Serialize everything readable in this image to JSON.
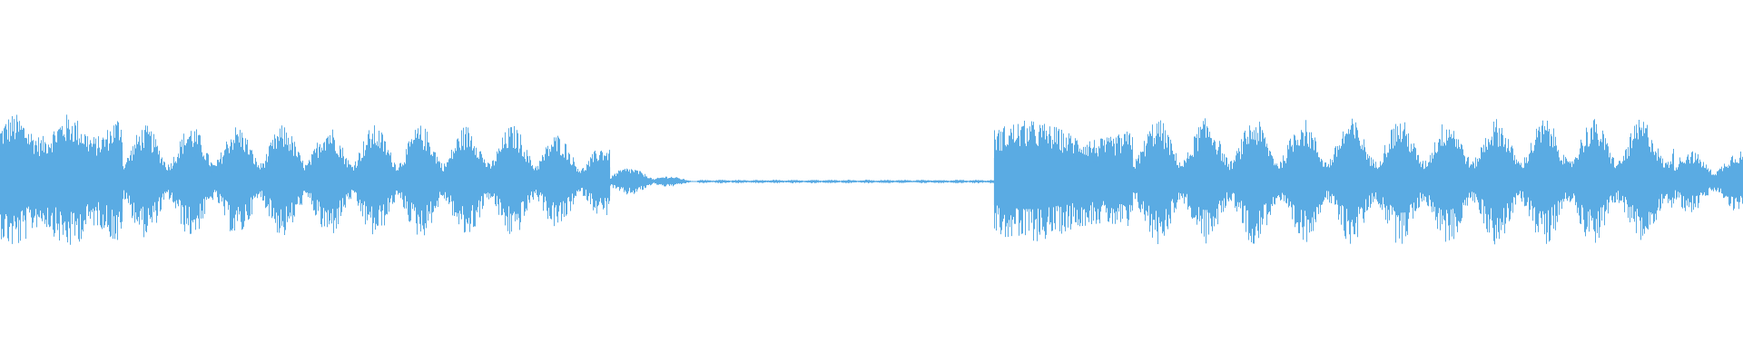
{
  "waveform": {
    "color": "#5aabe3",
    "description_segments": [
      {
        "from": 0.0,
        "to": 0.07,
        "amplitude": 0.25,
        "texture": "dense-spiky"
      },
      {
        "from": 0.07,
        "to": 0.35,
        "amplitude": 0.22,
        "texture": "pulsing"
      },
      {
        "from": 0.35,
        "to": 0.4,
        "amplitude": 0.06,
        "texture": "decay"
      },
      {
        "from": 0.4,
        "to": 0.57,
        "amplitude": 0.005,
        "texture": "silence"
      },
      {
        "from": 0.57,
        "to": 0.65,
        "amplitude": 0.25,
        "texture": "dense-spiky"
      },
      {
        "from": 0.65,
        "to": 1.0,
        "amplitude": 0.23,
        "texture": "pulsing"
      }
    ]
  }
}
